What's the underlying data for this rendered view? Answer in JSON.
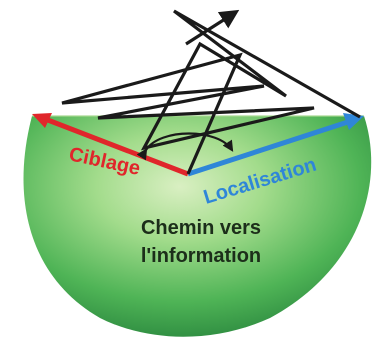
{
  "labels": {
    "left_axis": "Ciblage",
    "right_axis": "Localisation",
    "center_line1": "Chemin vers",
    "center_line2": "l'information"
  },
  "colors": {
    "left_axis": "#e0262b",
    "right_axis": "#2f86d8",
    "bowl_light": "#cfe9b4",
    "bowl_mid": "#5fc25f",
    "bowl_dark": "#1f7f3a",
    "path_stroke": "#1a1a1a",
    "center_text": "#1c2e1a"
  }
}
